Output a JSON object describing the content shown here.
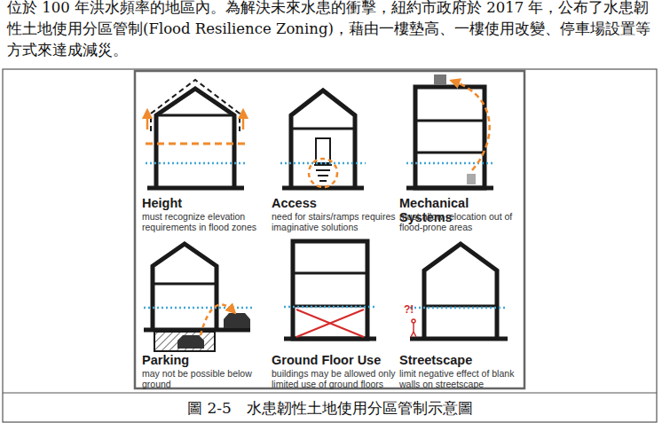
{
  "diagram": {
    "caption": "圖 2-5　水患韌性土地使用分區管制示意圖",
    "labels": [
      "位於 100 年洪水頻率的地區內。為解決未來水患的衝擊，紐約市政府於 2017 年，公布了水患韌性土地使用分區管制(Flood Resilience Zoning)，藉由一樓墊高、一樓使用改變、停車場設置等方式來達成減災。",
      "Height",
      "must recognize elevation requirements in flood zones",
      "Access",
      "need for stairs/ramps requires imaginative solutions",
      "Mechanical Systems",
      "must allow relocation out of flood-prone areas",
      "Parking",
      "may not be possible below ground",
      "Ground Floor Use",
      "buildings may be allowed only limited use of ground floors",
      "Streetscape",
      "limit negative effect of blank walls on streetscape",
      "?!"
    ]
  }
}
